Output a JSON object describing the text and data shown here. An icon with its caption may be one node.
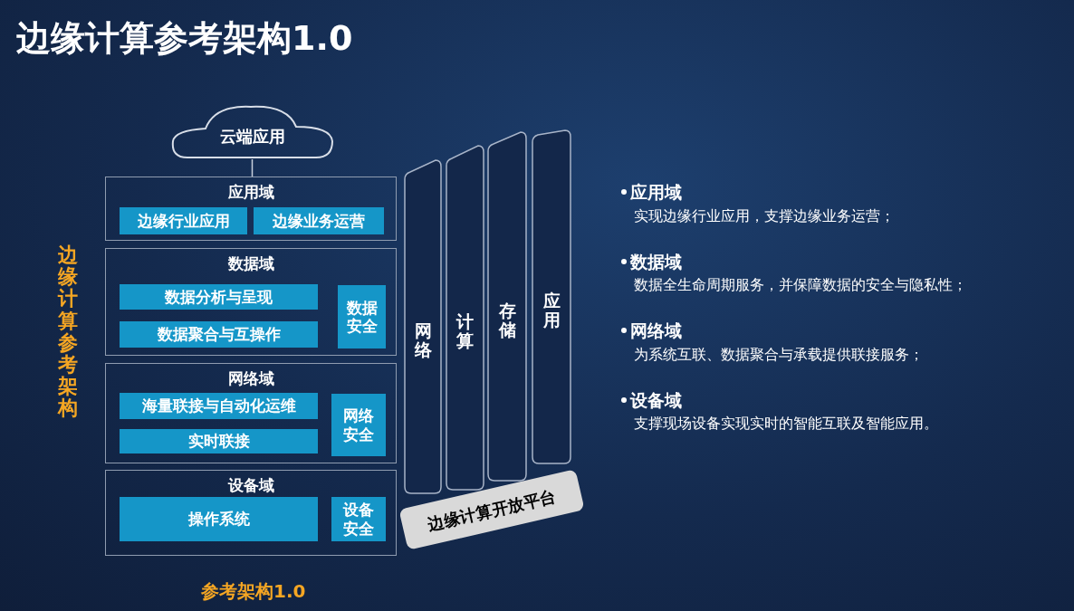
{
  "diagram": {
    "title": "边缘计算参考架构1.0",
    "nodes": [
      {
        "text": [
          "云端应用"
        ]
      },
      {
        "text": [
          "应用域"
        ]
      },
      {
        "text": [
          "边缘行业应用"
        ],
        "in": 1
      },
      {
        "text": [
          "边缘业务运营"
        ],
        "in": 1
      },
      {
        "text": [
          "数据域"
        ]
      },
      {
        "text": [
          "数据分析与呈现"
        ],
        "in": 4
      },
      {
        "text": [
          "数据聚合与互操作"
        ],
        "in": 4
      },
      {
        "text": [
          "数据安全"
        ],
        "in": 4
      },
      {
        "text": [
          "网络域"
        ]
      },
      {
        "text": [
          "海量联接与自动化运维"
        ],
        "in": 8
      },
      {
        "text": [
          "实时联接"
        ],
        "in": 8
      },
      {
        "text": [
          "网络安全"
        ],
        "in": 8
      },
      {
        "text": [
          "设备域"
        ]
      },
      {
        "text": [
          "操作系统"
        ],
        "in": 12
      },
      {
        "text": [
          "设备安全"
        ],
        "in": 12
      },
      {
        "text": [
          "网络"
        ]
      },
      {
        "text": [
          "计算"
        ]
      },
      {
        "text": [
          "存储"
        ]
      },
      {
        "text": [
          "应用"
        ]
      },
      {
        "text": [
          "边缘计算开放平台"
        ]
      }
    ],
    "edges": [
      {
        "from": 0,
        "to": 1,
        "arrow": "none"
      }
    ],
    "labels": [
      "边缘计算参考架构",
      "参考架构1.0",
      "应用域",
      "实现边缘行业应用，支撑边缘业务运营；",
      "数据域",
      "数据全生命周期服务，并保障数据的安全与隐私性；",
      "网络域",
      "为系统互联、数据聚合与承载提供联接服务；",
      "设备域",
      "支撑现场设备实现实时的智能互联及智能应用。"
    ]
  }
}
